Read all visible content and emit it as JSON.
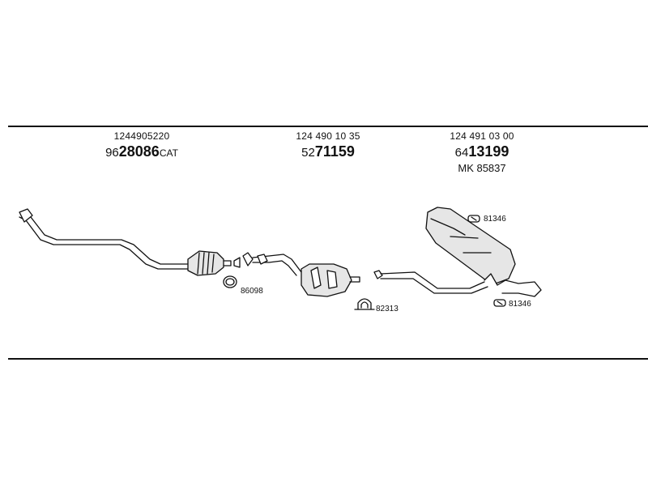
{
  "sections": [
    {
      "oe_number": "1244905220",
      "part_prefix": "96",
      "part_main": "28086",
      "part_suffix": "CAT"
    },
    {
      "oe_number": "124 490 10 35",
      "part_prefix": "52",
      "part_main": "71159",
      "part_suffix": ""
    },
    {
      "oe_number": "124 491 03 00",
      "part_prefix": "64",
      "part_main": "13199",
      "part_suffix": "",
      "kit": "MK  85837"
    }
  ],
  "callouts": {
    "gasket": "86098",
    "clamp": "82313",
    "hanger_top": "81346",
    "hanger_bottom": "81346"
  },
  "colors": {
    "line": "#111111",
    "fill": "#dddddd",
    "background": "#ffffff"
  }
}
